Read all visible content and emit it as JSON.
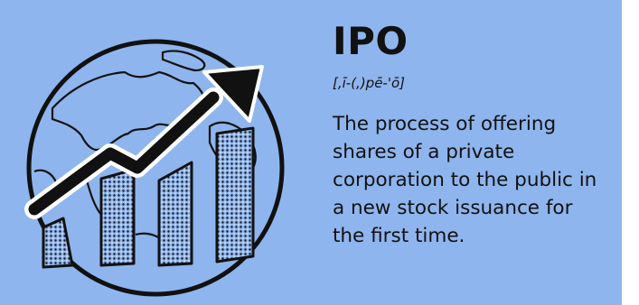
{
  "term": "IPO",
  "pronunciation": "[,ī-(,)pē-'ō]",
  "definition": "The process of offering shares of a private corporation to the public in a new stock issuance for the first time.",
  "colors": {
    "background": "#8fb5ee",
    "ink": "#111111",
    "bar_fill": "#8fb5ee"
  },
  "icons": {
    "illustration": "globe-with-rising-bar-chart-and-arrow"
  }
}
